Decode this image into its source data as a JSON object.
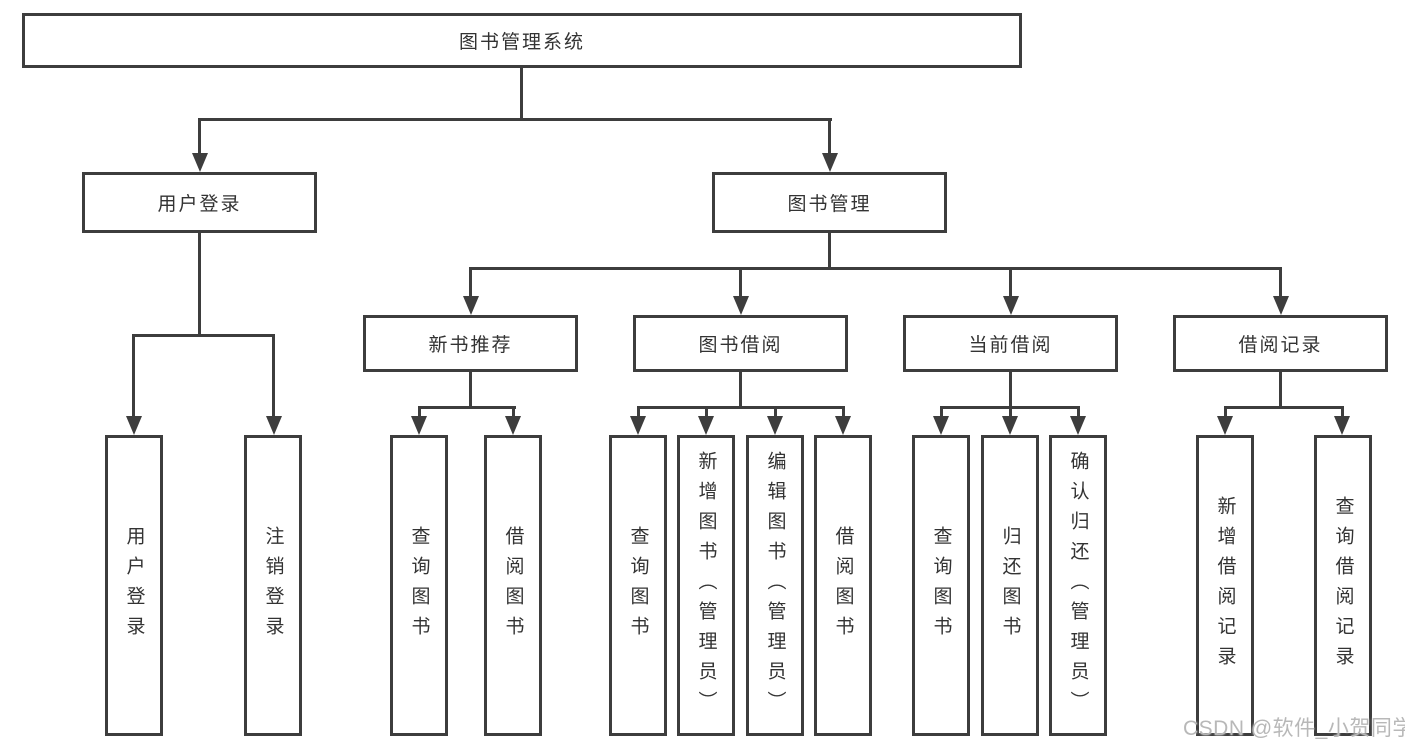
{
  "diagram": {
    "title": "图书管理系统",
    "type": "functional-structure-tree"
  },
  "nodes": {
    "root": "图书管理系统",
    "user_login": "用户登录",
    "book_mgmt": "图书管理",
    "new_book_rec": "新书推荐",
    "book_borrow": "图书借阅",
    "current_borrow": "当前借阅",
    "borrow_records": "借阅记录",
    "leaf_user_login": "用户登录",
    "leaf_logout": "注销登录",
    "leaf_query_book_1": "查询图书",
    "leaf_borrow_book_1": "借阅图书",
    "leaf_query_book_2": "查询图书",
    "leaf_add_book_admin": "新增图书（管理员）",
    "leaf_edit_book_admin": "编辑图书（管理员）",
    "leaf_borrow_book_2": "借阅图书",
    "leaf_query_book_3": "查询图书",
    "leaf_return_book": "归还图书",
    "leaf_confirm_return_admin": "确认归还（管理员）",
    "leaf_add_borrow_record": "新增借阅记录",
    "leaf_query_borrow_record": "查询借阅记录"
  },
  "hierarchy": [
    {
      "label": "图书管理系统",
      "children": [
        {
          "label": "用户登录",
          "children": [
            {
              "label": "用户登录"
            },
            {
              "label": "注销登录"
            }
          ]
        },
        {
          "label": "图书管理",
          "children": [
            {
              "label": "新书推荐",
              "children": [
                {
                  "label": "查询图书"
                },
                {
                  "label": "借阅图书"
                }
              ]
            },
            {
              "label": "图书借阅",
              "children": [
                {
                  "label": "查询图书"
                },
                {
                  "label": "新增图书（管理员）"
                },
                {
                  "label": "编辑图书（管理员）"
                },
                {
                  "label": "借阅图书"
                }
              ]
            },
            {
              "label": "当前借阅",
              "children": [
                {
                  "label": "查询图书"
                },
                {
                  "label": "归还图书"
                },
                {
                  "label": "确认归还（管理员）"
                }
              ]
            },
            {
              "label": "借阅记录",
              "children": [
                {
                  "label": "新增借阅记录"
                },
                {
                  "label": "查询借阅记录"
                }
              ]
            }
          ]
        }
      ]
    }
  ],
  "watermark": {
    "text": "CSDN @软件_小贺同学"
  },
  "colors": {
    "line": "#3d3d3d",
    "text": "#333333",
    "watermark": "#b8b8b8",
    "background": "#ffffff"
  }
}
